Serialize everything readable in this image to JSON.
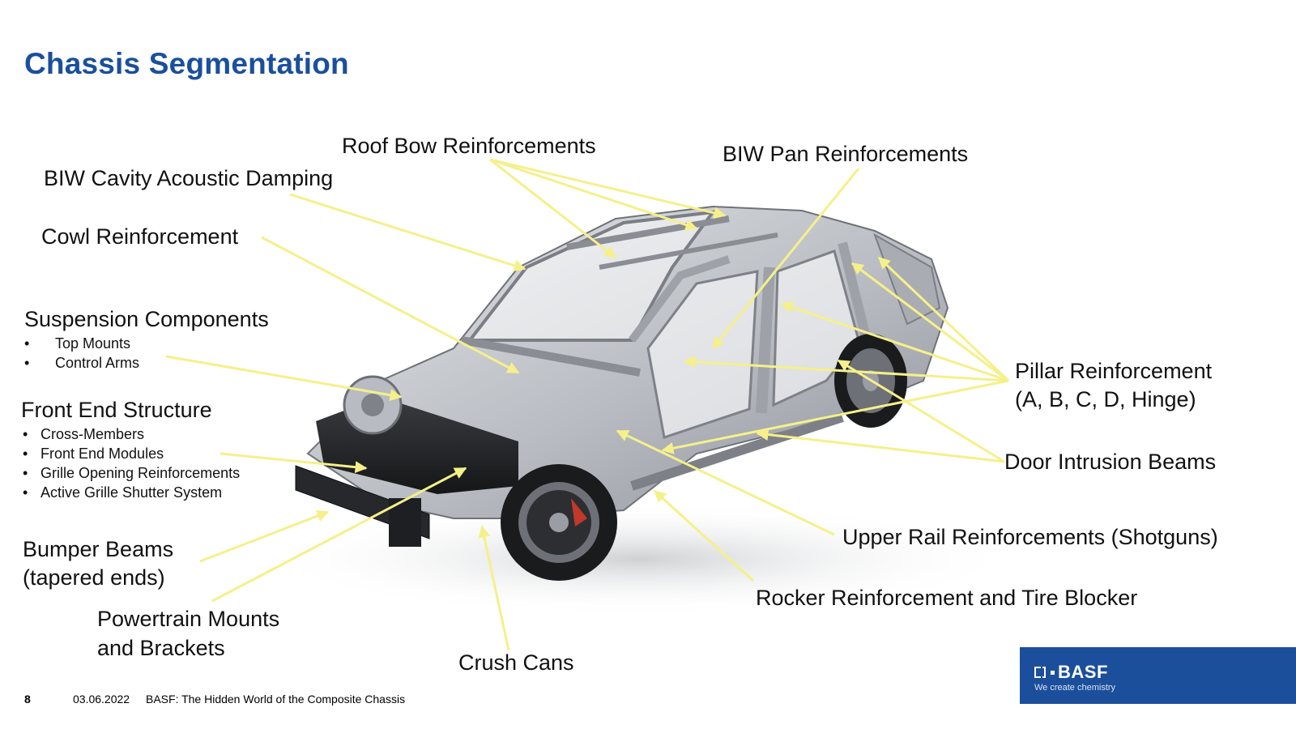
{
  "slide": {
    "title": "Chassis Segmentation"
  },
  "labels": {
    "roof_bow": "Roof Bow Reinforcements",
    "biw_pan": "BIW Pan Reinforcements",
    "biw_cavity": "BIW Cavity Acoustic Damping",
    "cowl": "Cowl Reinforcement",
    "suspension": "Suspension Components",
    "suspension_items": [
      "Top Mounts",
      "Control Arms"
    ],
    "front_end": "Front End Structure",
    "front_end_items": [
      "Cross-Members",
      "Front End Modules",
      "Grille Opening Reinforcements",
      "Active Grille Shutter System"
    ],
    "bumper_line1": "Bumper Beams",
    "bumper_line2": "(tapered ends)",
    "powertrain_line1": "Powertrain Mounts",
    "powertrain_line2": "and Brackets",
    "crush_cans": "Crush Cans",
    "pillar_line1": "Pillar Reinforcement",
    "pillar_line2": "(A, B, C, D, Hinge)",
    "door_intrusion": "Door Intrusion Beams",
    "upper_rail": "Upper Rail Reinforcements (Shotguns)",
    "rocker": "Rocker Reinforcement and Tire Blocker",
    "bullet": "•"
  },
  "footer": {
    "page_number": "8",
    "date": "03.06.2022",
    "text": "BASF: The Hidden World of the Composite Chassis"
  },
  "brand": {
    "name": "BASF",
    "tagline": "We create chemistry",
    "color": "#1b4f9c"
  },
  "colors": {
    "title": "#1b4f9c",
    "arrow": "#f5f08a",
    "car_body": "#c9cbcf"
  }
}
